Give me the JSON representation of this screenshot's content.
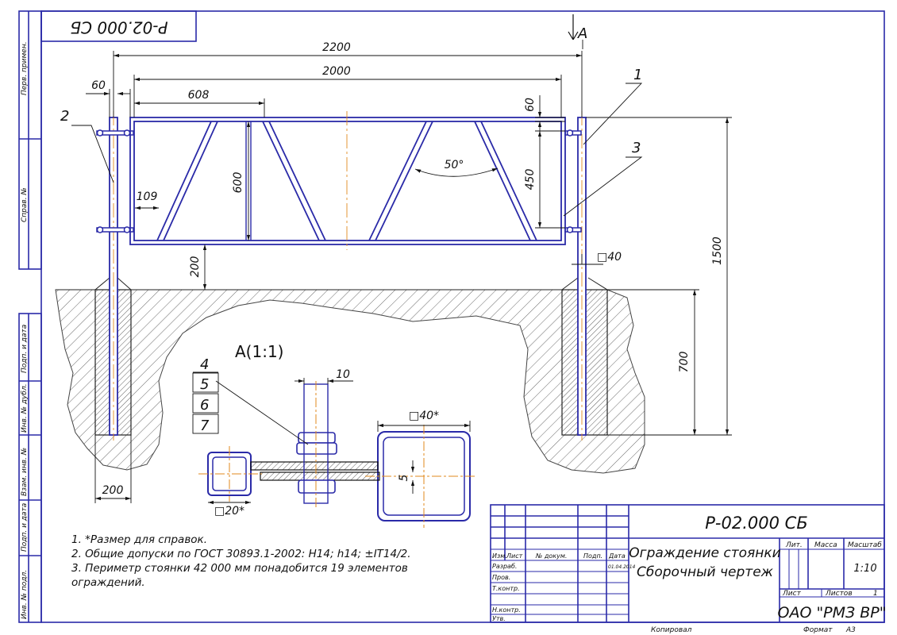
{
  "designation_rotated": "Р-02.000 СБ",
  "view_marker": "A",
  "strip": {
    "perv_primen": "Перв. примен.",
    "sprav_no": "Справ. №",
    "podp_data_1": "Подп. и дата",
    "inv_dubl": "Инв. № дубл.",
    "vzam_inv": "Взам. инв. №",
    "podp_data_2": "Подп. и дата",
    "inv_podl": "Инв. № подл."
  },
  "dims": {
    "overall_width": "2200",
    "panel_width": "2000",
    "bay_width": "608",
    "post_offset": "60",
    "top_offset": "60",
    "bracket_spacing": "450",
    "panel_height": "600",
    "diag_offset": "109",
    "ground_clearance": "200",
    "post_height": "1500",
    "embed_depth": "700",
    "footing_width": "200",
    "angle": "50°",
    "post_section": "□40"
  },
  "callouts": [
    "1",
    "2",
    "3"
  ],
  "detail": {
    "title": "A(1:1)",
    "callouts": [
      "4",
      "5",
      "6",
      "7"
    ],
    "bolt_dim": "10",
    "tube_large": "□40*",
    "tube_small": "□20*",
    "plate_gap": "5"
  },
  "notes": [
    "1. *Размер для справок.",
    "2. Общие допуски по ГОСТ 30893.1-2002: H14; h14; ±IT14/2.",
    "3. Периметр стоянки 42 000 мм понадобится 19 элементов",
    "ограждений."
  ],
  "title_block": {
    "designation": "Р-02.000 СБ",
    "title_line1": "Ограждение стоянки",
    "title_line2": "Сборочный чертеж",
    "hdr": {
      "izm": "Изм.",
      "list": "Лист",
      "doc": "№ докум.",
      "podp": "Подп.",
      "data": "Дата"
    },
    "rows": [
      "Разраб.",
      "Пров.",
      "Т.контр.",
      "Н.контр.",
      "Утв."
    ],
    "date": "01.04.2014",
    "lit_label": "Лит.",
    "mass_label": "Масса",
    "scale_label": "Масштаб",
    "scale_value": "1:10",
    "sheet_label": "Лист",
    "sheets_label": "Листов",
    "sheets_value": "1",
    "organization": "ОАО \"РМЗ ВР\""
  },
  "footer": {
    "copied": "Копировал",
    "format_label": "Формат",
    "format_value": "A3"
  }
}
